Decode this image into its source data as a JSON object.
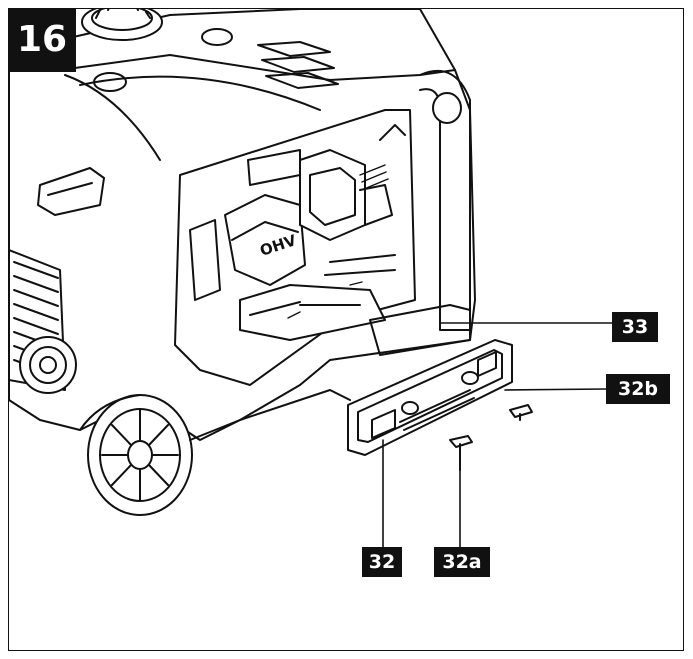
{
  "figure": {
    "number": "16"
  },
  "callouts": {
    "c33": "33",
    "c32b": "32b",
    "c32": "32",
    "c32a": "32a"
  },
  "engine_label": "OHV",
  "colors": {
    "ink": "#111111",
    "paper": "#ffffff",
    "shade": "#d9d9d9"
  }
}
